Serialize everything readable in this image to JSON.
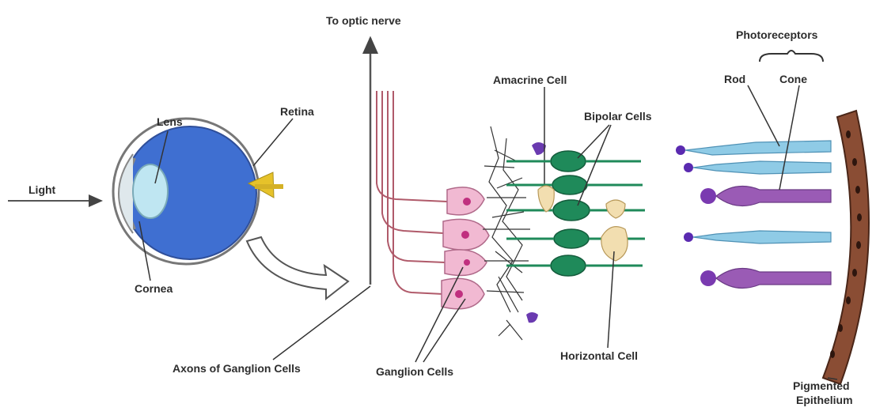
{
  "labels": {
    "light": "Light",
    "lens": "Lens",
    "retina": "Retina",
    "cornea": "Cornea",
    "to_optic_nerve": "To optic nerve",
    "amacrine_cell": "Amacrine Cell",
    "bipolar_cells": "Bipolar Cells",
    "photoreceptors": "Photoreceptors",
    "rod": "Rod",
    "cone": "Cone",
    "axons_of_ganglion_cells": "Axons of Ganglion Cells",
    "ganglion_cells": "Ganglion Cells",
    "horizontal_cell": "Horizontal Cell",
    "pigmented_epithelium_line1": "Pigmented",
    "pigmented_epithelium_line2": "Epithelium"
  },
  "colors": {
    "eyeball_fill": "#3f6fd1",
    "lens_fill": "#bfe6f2",
    "retina_wedge": "#e6c22a",
    "ganglion_fill": "#f1b9d2",
    "ganglion_nucleus": "#c0307f",
    "axon_line": "#b05a6a",
    "bipolar_fill": "#1f8a5a",
    "horizontal_fill": "#f2deb0",
    "rod_fill": "#8fcbe6",
    "cone_fill": "#9a5bb5",
    "epithelium_fill": "#8a4d34",
    "label_text": "#2d2d2d"
  }
}
